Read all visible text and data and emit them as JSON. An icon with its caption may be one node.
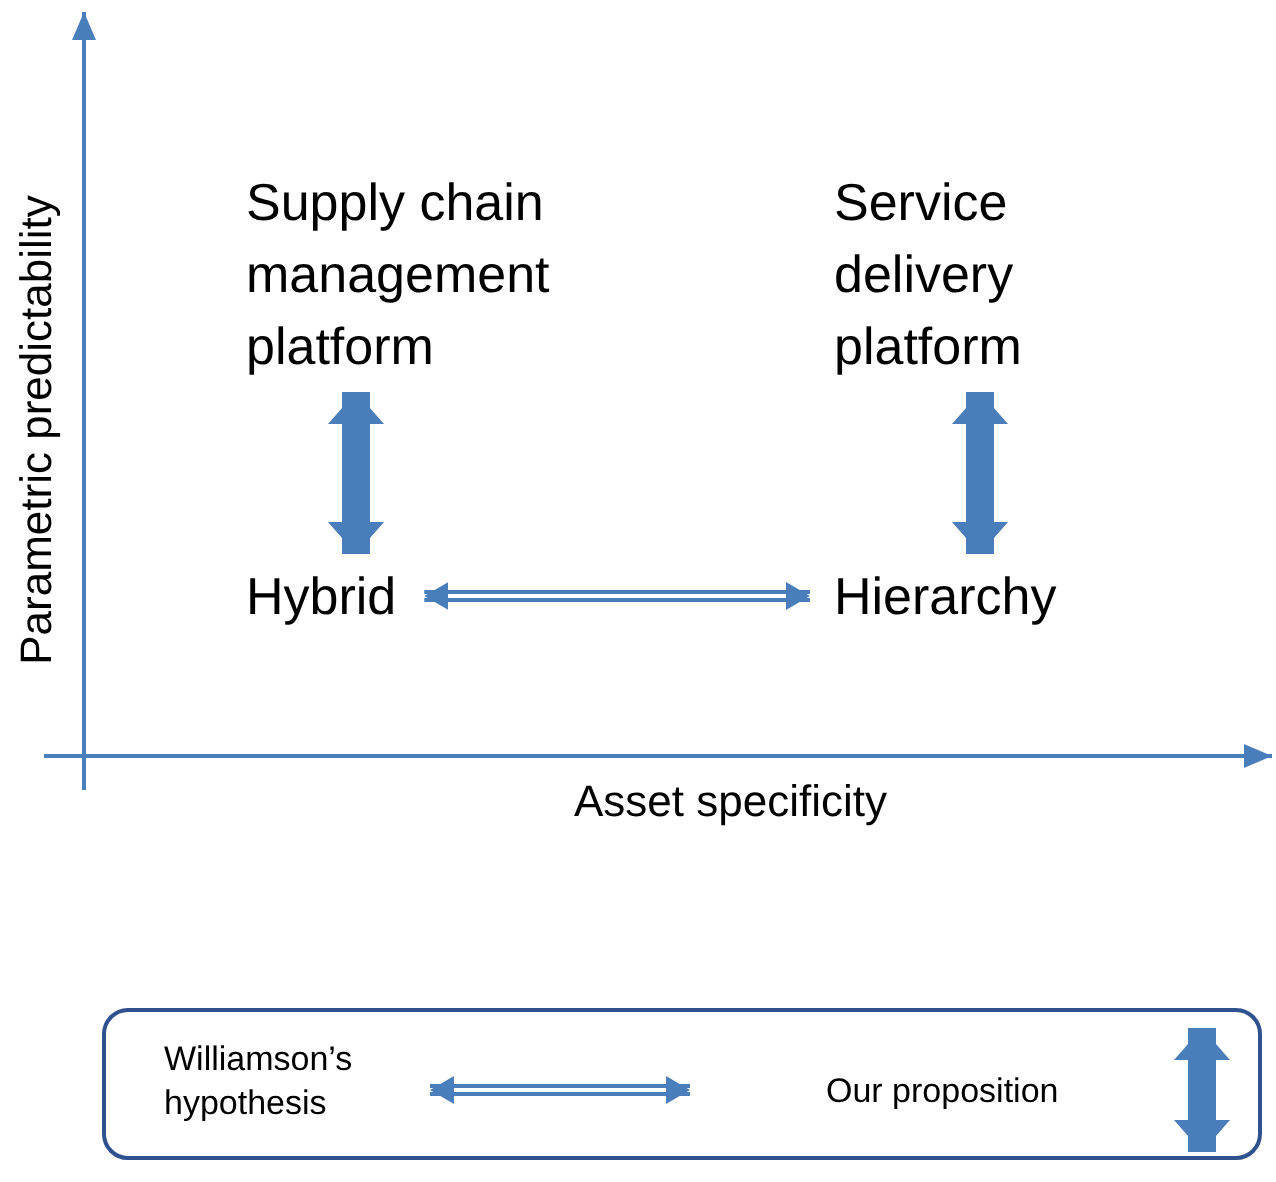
{
  "diagram": {
    "nodes": [
      {
        "text": [
          "Supply chain management platform"
        ]
      },
      {
        "text": [
          "Service delivery platform"
        ]
      },
      {
        "text": [
          "Hybrid"
        ]
      },
      {
        "text": [
          "Hierarchy"
        ]
      }
    ],
    "edges": [
      {
        "from": 0,
        "to": 2,
        "arrow": "both"
      },
      {
        "from": 1,
        "to": 3,
        "arrow": "both"
      },
      {
        "from": 2,
        "to": 3,
        "arrow": "both"
      }
    ],
    "labels": [
      "Parametric predictability",
      "Asset specificity"
    ],
    "legend": [
      {
        "text": "Williamson’s hypothesis"
      },
      {
        "text": "Our proposition"
      }
    ]
  }
}
